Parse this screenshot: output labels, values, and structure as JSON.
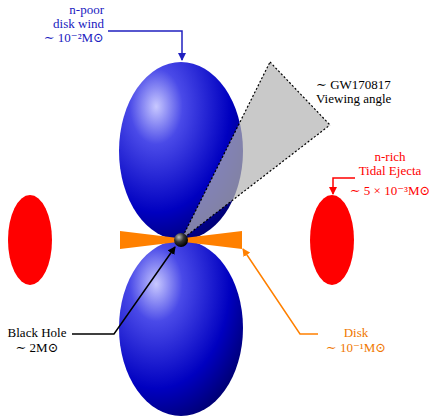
{
  "diagram": {
    "labels": [
      "n-poor",
      "disk wind",
      "∼ 10⁻²M⊙",
      "∼ GW170817",
      "Viewing angle",
      "n-rich",
      "Tidal Ejecta",
      "∼ 5 × 10⁻³M⊙",
      "Black Hole",
      "∼ 2M⊙",
      "Disk",
      "∼ 10⁻¹M⊙"
    ]
  }
}
